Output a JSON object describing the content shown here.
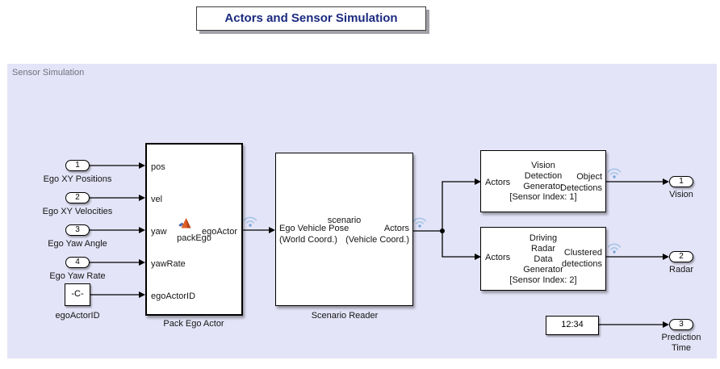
{
  "title": "Actors and Sensor Simulation",
  "area": {
    "label": "Sensor Simulation"
  },
  "inports": [
    {
      "num": "1",
      "label": "Ego XY Positions"
    },
    {
      "num": "2",
      "label": "Ego XY Velocities"
    },
    {
      "num": "3",
      "label": "Ego Yaw Angle"
    },
    {
      "num": "4",
      "label": "Ego Yaw Rate"
    }
  ],
  "constant": {
    "value": "-C-",
    "label": "egoActorID"
  },
  "pack_block": {
    "label": "Pack Ego Actor",
    "function_name": "packEgo",
    "inputs": [
      "pos",
      "vel",
      "yaw",
      "yawRate",
      "egoActorID"
    ],
    "output": "egoActor"
  },
  "scenario_block": {
    "label": "Scenario Reader",
    "center_text": "scenario",
    "input_lines": [
      "Ego Vehicle Pose",
      "(World Coord.)"
    ],
    "output_lines": [
      "Actors",
      "(Vehicle Coord.)"
    ]
  },
  "vision_block": {
    "center_lines": [
      "Vision",
      "Detection",
      "Generator",
      "[Sensor Index: 1]"
    ],
    "input": "Actors",
    "output_lines": [
      "Object",
      "Detections"
    ]
  },
  "radar_block": {
    "center_lines": [
      "Driving",
      "Radar",
      "Data",
      "Generator",
      "[Sensor Index: 2]"
    ],
    "input": "Actors",
    "output_lines": [
      "Clustered",
      "detections"
    ]
  },
  "clock_block": {
    "value": "12:34"
  },
  "outports": [
    {
      "num": "1",
      "label": "Vision"
    },
    {
      "num": "2",
      "label": "Radar"
    },
    {
      "num": "3",
      "label_line1": "Prediction",
      "label_line2": "Time"
    }
  ],
  "colors": {
    "title_text": "#1b2a80",
    "area_background": "#e4e4f8",
    "wire": "#000000",
    "wireless_icon": "#aac7e8"
  }
}
